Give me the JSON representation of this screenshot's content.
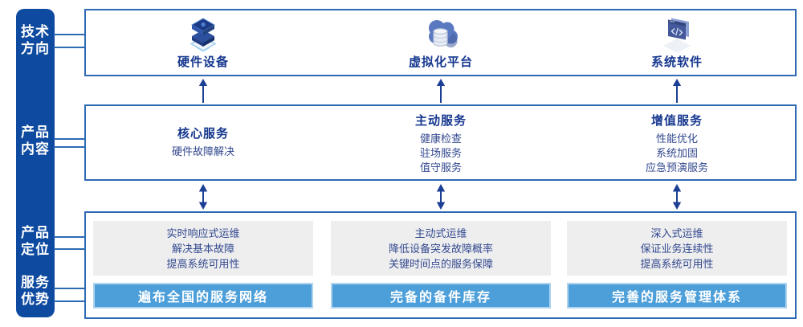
{
  "colors": {
    "canvas_bg": "#ffffff",
    "sidebar_bg": "#0e4a9f",
    "sidebar_text": "#ffffff",
    "connector": "#2e6ab3",
    "box_border": "#2e6ab3",
    "heading_text": "#15378e",
    "body_text": "#33498f",
    "arrow": "#1b3f94",
    "panel_gray": "#eeeeef",
    "banner_bg": "#4d9fd9",
    "banner_border": "#aed4ee",
    "banner_text": "#ffffff"
  },
  "rail": {
    "items": [
      {
        "line1": "技术",
        "line2": "方向"
      },
      {
        "line1": "产品",
        "line2": "内容"
      },
      {
        "line1": "产品",
        "line2": "定位"
      },
      {
        "line1": "服务",
        "line2": "优势"
      }
    ]
  },
  "tech_row": {
    "items": [
      {
        "icon": "server-stack-icon",
        "label": "硬件设备"
      },
      {
        "icon": "cloud-database-icon",
        "label": "虚拟化平台"
      },
      {
        "icon": "code-window-icon",
        "label": "系统软件"
      }
    ]
  },
  "content_row": {
    "columns": [
      {
        "heading": "核心服务",
        "items": [
          "硬件故障解决"
        ]
      },
      {
        "heading": "主动服务",
        "items": [
          "健康检查",
          "驻场服务",
          "值守服务"
        ]
      },
      {
        "heading": "增值服务",
        "items": [
          "性能优化",
          "系统加固",
          "应急预演服务"
        ]
      }
    ]
  },
  "positioning_row": {
    "columns": [
      {
        "lines": [
          "实时响应式运维",
          "解决基本故障",
          "提高系统可用性"
        ],
        "banner": "遍布全国的服务网络"
      },
      {
        "lines": [
          "主动式运维",
          "降低设备突发故障概率",
          "关键时间点的服务保障"
        ],
        "banner": "完备的备件库存"
      },
      {
        "lines": [
          "深入式运维",
          "保证业务连续性",
          "提高系统可用性"
        ],
        "banner": "完善的服务管理体系"
      }
    ]
  }
}
